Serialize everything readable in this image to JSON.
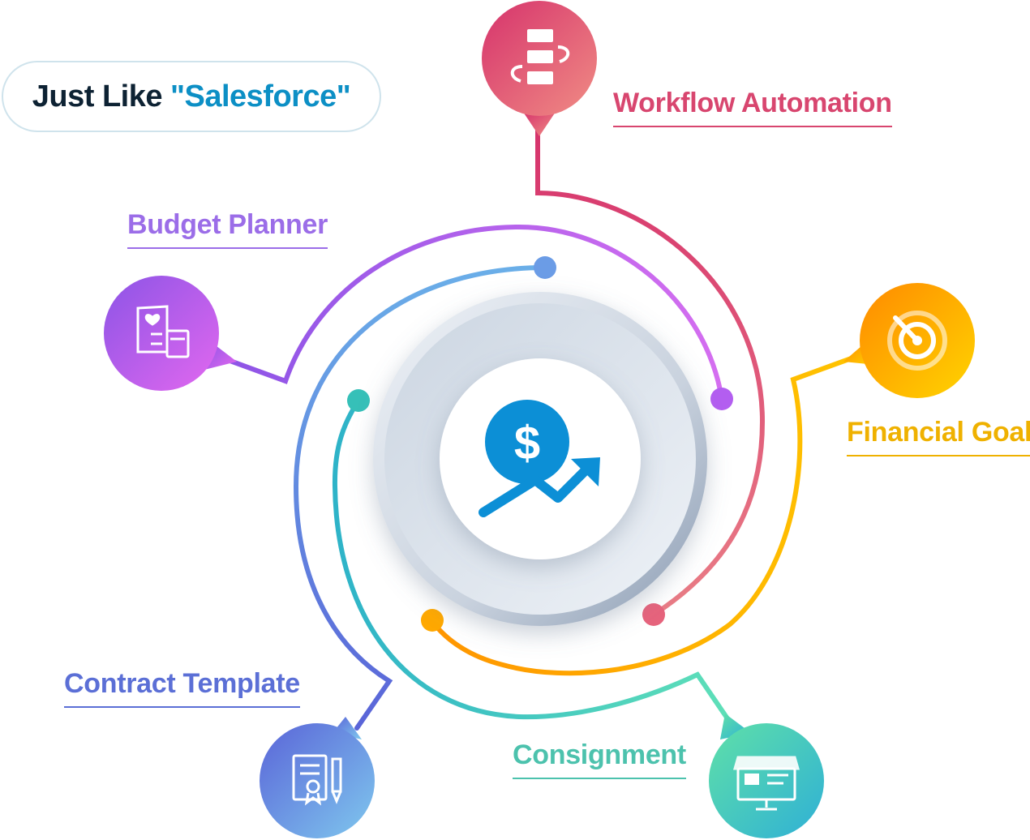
{
  "badge": {
    "prefix": "Just Like",
    "highlight": "\"Salesforce\""
  },
  "nodes": [
    {
      "id": "workflow",
      "label": "Workflow Automation",
      "icon": "workflow-sync-icon",
      "color": "#d8466f"
    },
    {
      "id": "budget",
      "label": "Budget Planner",
      "icon": "budget-calculator-icon",
      "color": "#9b6de8"
    },
    {
      "id": "financial",
      "label": "Financial Goal",
      "icon": "target-icon",
      "color": "#efb100"
    },
    {
      "id": "contract",
      "label": "Contract Template",
      "icon": "certificate-document-icon",
      "color": "#5b6fd6"
    },
    {
      "id": "consign",
      "label": "Consignment",
      "icon": "online-store-icon",
      "color": "#4cc2ad"
    }
  ],
  "center": {
    "icon": "dollar-growth-icon",
    "color": "#0c8fd6"
  }
}
